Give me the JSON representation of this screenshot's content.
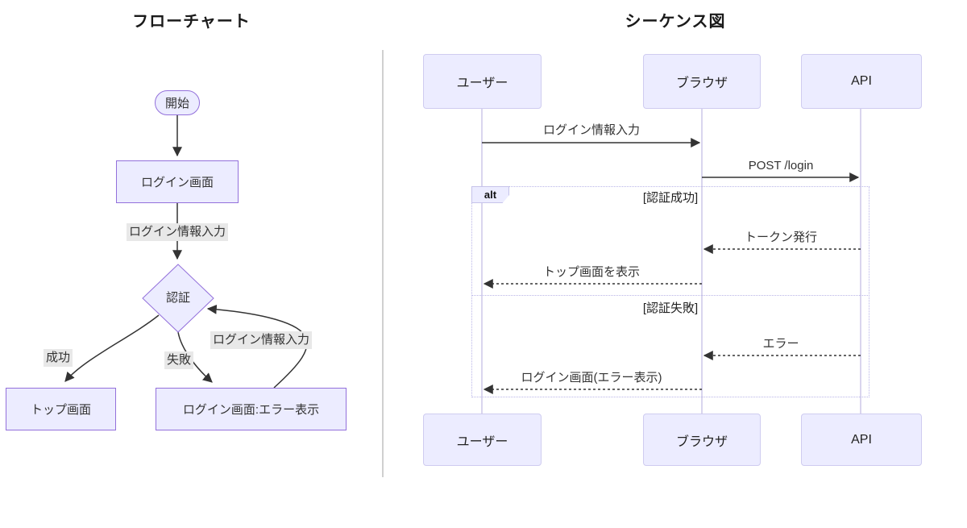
{
  "flowchart": {
    "title": "フローチャート",
    "nodes": {
      "start": "開始",
      "login_screen": "ログイン画面",
      "auth": "認証",
      "top_screen": "トップ画面",
      "error_screen": "ログイン画面:エラー表示"
    },
    "edge_labels": {
      "login_input": "ログイン情報入力",
      "success": "成功",
      "failure": "失敗",
      "retry_input": "ログイン情報入力"
    }
  },
  "sequence": {
    "title": "シーケンス図",
    "actors": [
      "ユーザー",
      "ブラウザ",
      "API"
    ],
    "alt_label": "alt",
    "guards": {
      "success": "[認証成功]",
      "failure": "[認証失敗]"
    },
    "messages": [
      {
        "text": "ログイン情報入力",
        "type": "solid"
      },
      {
        "text": "POST /login",
        "type": "solid"
      },
      {
        "text": "トークン発行",
        "type": "dashed"
      },
      {
        "text": "トップ画面を表示",
        "type": "dashed"
      },
      {
        "text": "エラー",
        "type": "dashed"
      },
      {
        "text": "ログイン画面(エラー表示)",
        "type": "dashed"
      }
    ]
  },
  "colors": {
    "node_fill": "#ECECFF",
    "node_border": "#9370DB",
    "actor_border": "#cfccf0",
    "lifeline": "#d9d5ee",
    "arrow": "#333333",
    "edge_label_bg": "#e8e8e8",
    "frame_border": "#b9b5e8",
    "panel_divider": "#d0d0d0"
  }
}
